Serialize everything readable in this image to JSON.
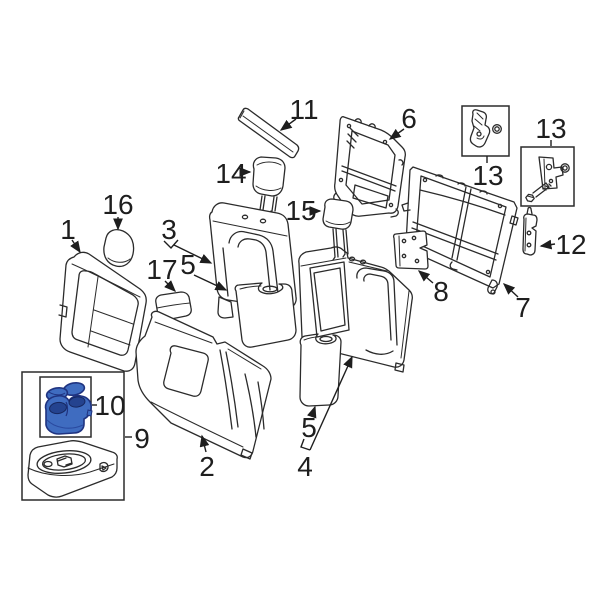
{
  "diagram": {
    "labels": {
      "l1": "1",
      "l2": "2",
      "l3": "3",
      "l4": "4",
      "l5a": "5",
      "l5b": "5",
      "l6": "6",
      "l7": "7",
      "l8": "8",
      "l9": "9",
      "l10": "10",
      "l11": "11",
      "l12": "12",
      "l13a": "13",
      "l13b": "13",
      "l14": "14",
      "l15": "15",
      "l16": "16",
      "l17": "17"
    },
    "colors": {
      "background": "#ffffff",
      "line": "#2b2b2b",
      "cupholder_blue": "#3f6cc0",
      "cupholder_blue_dark": "#24438f",
      "cupholder_outline": "#1f3380"
    }
  }
}
